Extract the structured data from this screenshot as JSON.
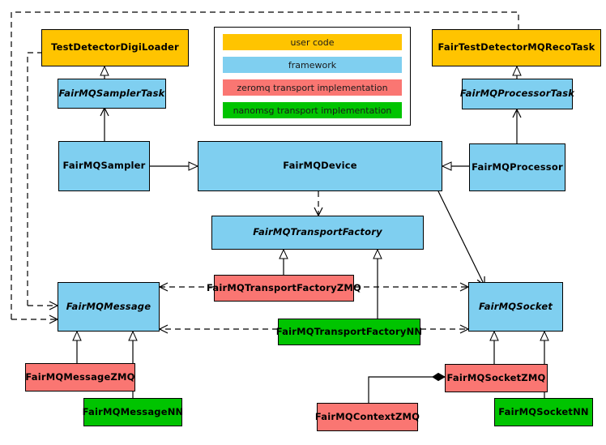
{
  "diagram": {
    "title": "FairMQ class diagram",
    "colors": {
      "user_code": "#FFC400",
      "framework": "#7FCFF0",
      "zeromq": "#FA7672",
      "nanomsg": "#00C400",
      "line": "#000000",
      "background": "#FFFFFF"
    },
    "legend": {
      "items": [
        {
          "label": "user code",
          "color_key": "user_code"
        },
        {
          "label": "framework",
          "color_key": "framework"
        },
        {
          "label": "zeromq transport implementation",
          "color_key": "zeromq"
        },
        {
          "label": "nanomsg transport implementation",
          "color_key": "nanomsg"
        }
      ]
    },
    "nodes": [
      {
        "id": "TestDetectorDigiLoader",
        "label": "TestDetectorDigiLoader",
        "category": "user code",
        "abstract": false
      },
      {
        "id": "FairMQSamplerTask",
        "label": "FairMQSamplerTask",
        "category": "framework",
        "abstract": true
      },
      {
        "id": "FairMQSampler",
        "label": "FairMQSampler",
        "category": "framework",
        "abstract": false
      },
      {
        "id": "FairMQDevice",
        "label": "FairMQDevice",
        "category": "framework",
        "abstract": false
      },
      {
        "id": "FairTestDetectorMQRecoTask",
        "label": "FairTestDetectorMQRecoTask",
        "category": "user code",
        "abstract": false
      },
      {
        "id": "FairMQProcessorTask",
        "label": "FairMQProcessorTask",
        "category": "framework",
        "abstract": true
      },
      {
        "id": "FairMQProcessor",
        "label": "FairMQProcessor",
        "category": "framework",
        "abstract": false
      },
      {
        "id": "FairMQTransportFactory",
        "label": "FairMQTransportFactory",
        "category": "framework",
        "abstract": true
      },
      {
        "id": "FairMQTransportFactoryZMQ",
        "label": "FairMQTransportFactoryZMQ",
        "category": "zeromq",
        "abstract": false
      },
      {
        "id": "FairMQTransportFactoryNN",
        "label": "FairMQTransportFactoryNN",
        "category": "nanomsg",
        "abstract": false
      },
      {
        "id": "FairMQMessage",
        "label": "FairMQMessage",
        "category": "framework",
        "abstract": true
      },
      {
        "id": "FairMQSocket",
        "label": "FairMQSocket",
        "category": "framework",
        "abstract": true
      },
      {
        "id": "FairMQMessageZMQ",
        "label": "FairMQMessageZMQ",
        "category": "zeromq",
        "abstract": false
      },
      {
        "id": "FairMQMessageNN",
        "label": "FairMQMessageNN",
        "category": "nanomsg",
        "abstract": false
      },
      {
        "id": "FairMQSocketZMQ",
        "label": "FairMQSocketZMQ",
        "category": "zeromq",
        "abstract": false
      },
      {
        "id": "FairMQSocketNN",
        "label": "FairMQSocketNN",
        "category": "nanomsg",
        "abstract": false
      },
      {
        "id": "FairMQContextZMQ",
        "label": "FairMQContextZMQ",
        "category": "zeromq",
        "abstract": false
      }
    ],
    "relations": [
      {
        "from": "FairMQSamplerTask",
        "to": "TestDetectorDigiLoader",
        "type": "generalization"
      },
      {
        "from": "FairMQSampler",
        "to": "FairMQSamplerTask",
        "type": "association"
      },
      {
        "from": "FairMQSampler",
        "to": "FairMQDevice",
        "type": "generalization"
      },
      {
        "from": "FairMQProcessorTask",
        "to": "FairTestDetectorMQRecoTask",
        "type": "generalization"
      },
      {
        "from": "FairMQProcessor",
        "to": "FairMQProcessorTask",
        "type": "association"
      },
      {
        "from": "FairMQProcessor",
        "to": "FairMQDevice",
        "type": "generalization"
      },
      {
        "from": "FairMQDevice",
        "to": "FairMQTransportFactory",
        "type": "dependency"
      },
      {
        "from": "FairMQDevice",
        "to": "FairMQSocket",
        "type": "association"
      },
      {
        "from": "FairMQTransportFactoryZMQ",
        "to": "FairMQTransportFactory",
        "type": "generalization"
      },
      {
        "from": "FairMQTransportFactoryNN",
        "to": "FairMQTransportFactory",
        "type": "generalization"
      },
      {
        "from": "FairMQTransportFactoryZMQ",
        "to": "FairMQMessage",
        "type": "dependency"
      },
      {
        "from": "FairMQTransportFactoryZMQ",
        "to": "FairMQSocket",
        "type": "dependency"
      },
      {
        "from": "FairMQTransportFactoryNN",
        "to": "FairMQMessage",
        "type": "dependency"
      },
      {
        "from": "FairMQTransportFactoryNN",
        "to": "FairMQSocket",
        "type": "dependency"
      },
      {
        "from": "TestDetectorDigiLoader",
        "to": "FairMQMessage",
        "type": "dependency"
      },
      {
        "from": "FairTestDetectorMQRecoTask",
        "to": "FairMQMessage",
        "type": "dependency"
      },
      {
        "from": "FairMQMessageZMQ",
        "to": "FairMQMessage",
        "type": "generalization"
      },
      {
        "from": "FairMQMessageNN",
        "to": "FairMQMessage",
        "type": "generalization"
      },
      {
        "from": "FairMQSocketZMQ",
        "to": "FairMQSocket",
        "type": "generalization"
      },
      {
        "from": "FairMQSocketNN",
        "to": "FairMQSocket",
        "type": "generalization"
      },
      {
        "from": "FairMQSocketZMQ",
        "to": "FairMQContextZMQ",
        "type": "composition"
      }
    ]
  }
}
